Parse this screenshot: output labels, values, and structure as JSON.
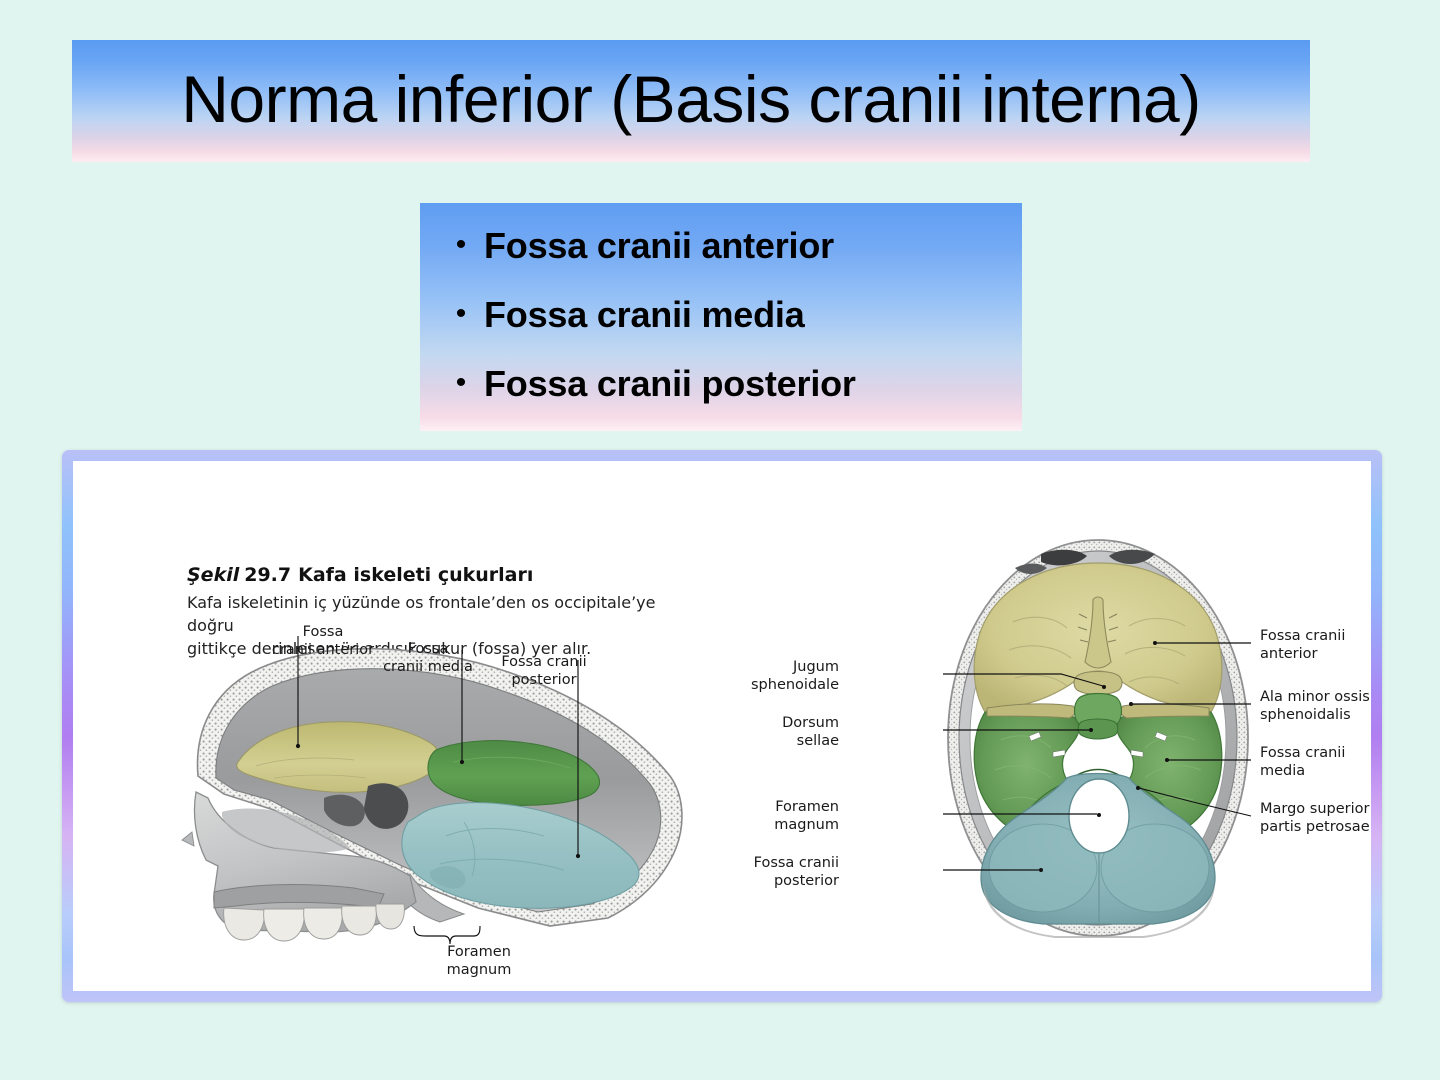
{
  "slide": {
    "background_color": "#e0f5ef",
    "title": "Norma inferior (Basis cranii interna)",
    "title_gradient_from": "#5a9bf2",
    "title_gradient_to": "#fdeef2"
  },
  "bullets": {
    "marker": "•",
    "items": [
      {
        "label": "Fossa cranii anterior"
      },
      {
        "label": "Fossa cranii media"
      },
      {
        "label": "Fossa cranii posterior"
      }
    ]
  },
  "figure": {
    "frame_accent_color": "#b07ef0",
    "caption": {
      "prefix": "Şekil",
      "number": "29.7",
      "title": "Kafa iskeleti çukurları",
      "body_line1": "Kafa iskeletinin iç yüzünde os frontale’den os occipitale’ye doğru",
      "body_line2": "gittikçe derinleşen üç ardışık çukur (fossa) yer alır."
    },
    "colors": {
      "fossa_anterior": "#cdc888",
      "fossa_media": "#5d9a52",
      "fossa_posterior": "#9cc6c9",
      "bone": "#c8c9c9",
      "bone_dark": "#8e8f90"
    },
    "sagittal": {
      "name": "Sagittal section of skull",
      "labels": [
        {
          "id": "fossa-cranii-anterior",
          "text": "Fossa\ncranii anterior"
        },
        {
          "id": "fossa-cranii-media",
          "text": "Fossa\ncranii media"
        },
        {
          "id": "fossa-cranii-posterior",
          "text": "Fossa cranii\nposterior"
        },
        {
          "id": "foramen-magnum",
          "text": "Foramen\nmagnum"
        }
      ]
    },
    "superior": {
      "name": "Superior view of basis cranii interna",
      "labels_left": [
        {
          "id": "jugum-sphenoidale",
          "text": "Jugum\nsphenoidale"
        },
        {
          "id": "dorsum-sellae",
          "text": "Dorsum\nsellae"
        },
        {
          "id": "foramen-magnum",
          "text": "Foramen\nmagnum"
        },
        {
          "id": "fossa-cranii-posterior",
          "text": "Fossa cranii\nposterior"
        }
      ],
      "labels_right": [
        {
          "id": "fossa-cranii-anterior",
          "text": "Fossa cranii\nanterior"
        },
        {
          "id": "ala-minor-ossis-sphenoidalis",
          "text": "Ala minor ossis\nsphenoidalis"
        },
        {
          "id": "fossa-cranii-media",
          "text": "Fossa cranii\nmedia"
        },
        {
          "id": "margo-superior-partis-petrosae",
          "text": "Margo superior\npartis petrosae"
        }
      ]
    }
  }
}
